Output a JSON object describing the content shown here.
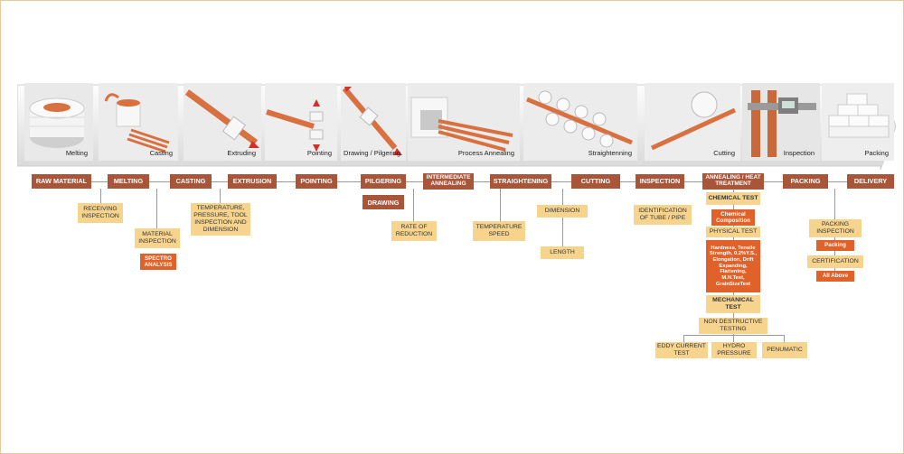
{
  "photos": [
    {
      "caption": "Melting",
      "icon": "melting-coil-icon"
    },
    {
      "caption": "Casting",
      "icon": "casting-icon"
    },
    {
      "caption": "Extruding",
      "icon": "extruding-icon"
    },
    {
      "caption": "Pointing",
      "icon": "pointing-icon"
    },
    {
      "caption": "Drawing / Pilgering",
      "icon": "drawing-icon"
    },
    {
      "caption": "Process Annealing",
      "icon": "annealing-furnace-icon"
    },
    {
      "caption": "Straightenning",
      "icon": "straightening-rollers-icon"
    },
    {
      "caption": "Cutting",
      "icon": "cutting-icon"
    },
    {
      "caption": "Inspection",
      "icon": "caliper-icon"
    },
    {
      "caption": "Packing",
      "icon": "packing-boxes-icon"
    }
  ],
  "stages": [
    "RAW MATERIAL",
    "MELTING",
    "CASTING",
    "EXTRUSION",
    "POINTING",
    "PILGERING",
    "INTERMEDIATE ANNEALING",
    "STRAIGHTENING",
    "CUTTING",
    "INSPECTION",
    "ANNEALING / HEAT TREATMENT",
    "PACKING",
    "DELIVERY"
  ],
  "notes": {
    "receiving": "RECEIVING INSPECTION",
    "material_inspection": "MATERIAL INSPECTION",
    "spectro": "SPECTRO ANALYSIS",
    "temperature_pressure": "TEMPERATURE, PRESSURE, TOOL INSPECTION AND DIMENSION",
    "drawing": "DRAWING",
    "rate_reduction": "RATE OF REDUCTION",
    "temperature_speed": "TEMPERATURE SPEED",
    "dimension": "DIMENSION",
    "length": "LENGTH",
    "identification": "IDENTIFICATION OF TUBE / PIPE",
    "chemical_test": "CHEMICAL TEST",
    "chemical_composition": "Chemical Composition",
    "physical_test": "PHYSICAL TEST",
    "physical_details": "Hardness, Tensile Strength, 0.2%Y.S., Elongation, Drift Expanding, Flattening, M.N.Test, GrainSizeTest",
    "mechanical_test": "MECHANICAL TEST",
    "ndt": "NON DESTRUCTIVE TESTING",
    "eddy": "EDDY CURRENT TEST",
    "hydro": "HYDRO PRESSURE",
    "penumatic": "PENUMATIC",
    "packing_inspection": "PACKING INSPECTION",
    "packing": "Packing",
    "certification": "CERTIFICATION",
    "all_above": "All Above"
  },
  "colors": {
    "stage": "#a9553a",
    "note": "#f6d48e",
    "highlight": "#e0622a",
    "copper": "#d8703f"
  }
}
